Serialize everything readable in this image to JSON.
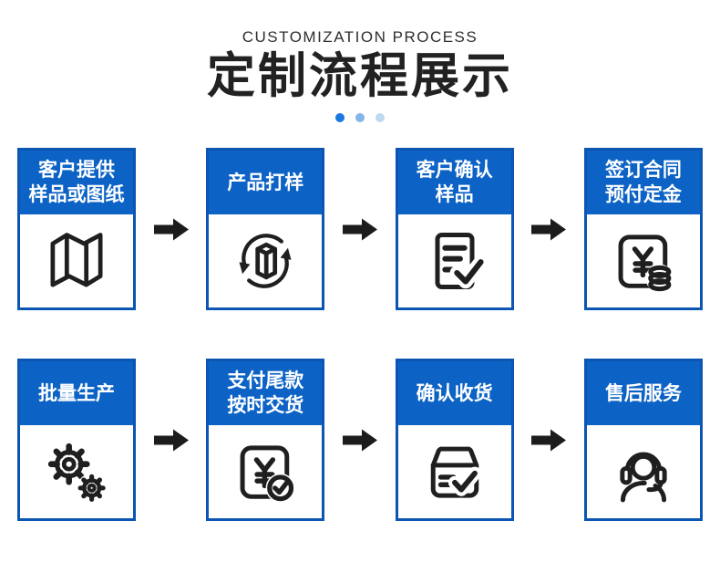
{
  "header": {
    "subtitle": "CUSTOMIZATION PROCESS",
    "title": "定制流程展示",
    "dots": [
      {
        "name": "dot-active",
        "style": "background:#1a79e0"
      },
      {
        "name": "dot",
        "style": "background:#85b4e6"
      },
      {
        "name": "dot",
        "style": "background:#bed9f0"
      }
    ]
  },
  "theme": {
    "header_blue": "#0d63c5",
    "card_border_blue": "#0c55b2",
    "icon_stroke": "#1f1f1f",
    "arrow_color": "#1c1c1c",
    "title_color": "#222222"
  },
  "rows": [
    {
      "steps": [
        {
          "label": "客户提供\n样品或图纸",
          "icon": "map-icon"
        },
        {
          "label": "产品打样",
          "icon": "prototype-icon"
        },
        {
          "label": "客户确认\n样品",
          "icon": "checklist-icon"
        },
        {
          "label": "签订合同\n预付定金",
          "icon": "deposit-icon"
        }
      ]
    },
    {
      "steps": [
        {
          "label": "批量生产",
          "icon": "gears-icon"
        },
        {
          "label": "支付尾款\n按时交货",
          "icon": "payment-icon"
        },
        {
          "label": "确认收货",
          "icon": "delivery-icon"
        },
        {
          "label": "售后服务",
          "icon": "service-icon"
        }
      ]
    }
  ]
}
